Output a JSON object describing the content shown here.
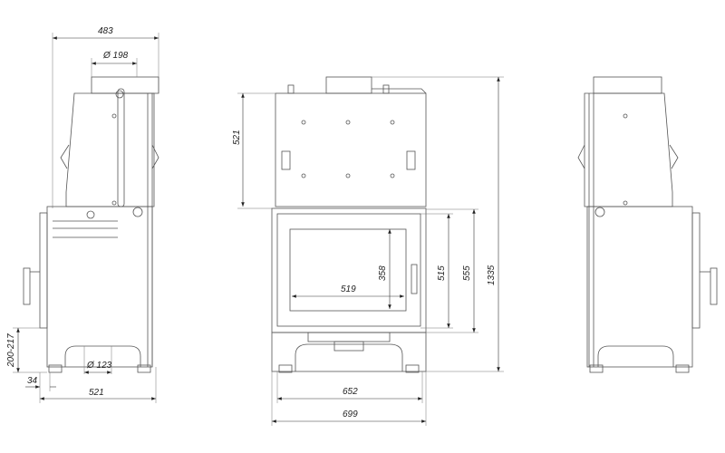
{
  "drawing": {
    "side_left": {
      "width_top": "483",
      "flue_diameter": "Ø 198",
      "leg_height": "200-217",
      "leg_offset": "34",
      "width_bottom": "521",
      "air_inlet_diameter": "Ø 123"
    },
    "front": {
      "upper_height": "521",
      "glass_height": "358",
      "glass_width": "519",
      "door_height": "515",
      "frame_height": "555",
      "total_height": "1335",
      "leg_width": "652",
      "total_width": "699"
    }
  },
  "colors": {
    "line": "#555555",
    "dimension": "#333333"
  }
}
